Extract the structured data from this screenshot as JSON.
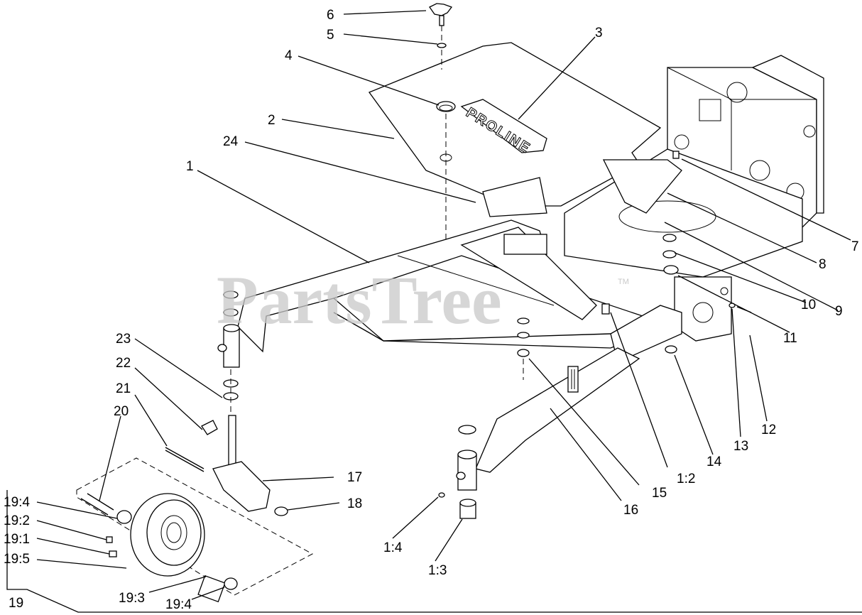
{
  "watermark": {
    "text": "PartsTree",
    "mark": "TM"
  },
  "decal": {
    "text": "PROLINE"
  },
  "callouts": [
    {
      "id": "c6",
      "label": "6"
    },
    {
      "id": "c5",
      "label": "5"
    },
    {
      "id": "c4",
      "label": "4"
    },
    {
      "id": "c3",
      "label": "3"
    },
    {
      "id": "c2",
      "label": "2"
    },
    {
      "id": "c24",
      "label": "24"
    },
    {
      "id": "c1",
      "label": "1"
    },
    {
      "id": "c7",
      "label": "7"
    },
    {
      "id": "c8",
      "label": "8"
    },
    {
      "id": "c9",
      "label": "9"
    },
    {
      "id": "c10",
      "label": "10"
    },
    {
      "id": "c11",
      "label": "11"
    },
    {
      "id": "c12",
      "label": "12"
    },
    {
      "id": "c13",
      "label": "13"
    },
    {
      "id": "c14",
      "label": "14"
    },
    {
      "id": "c1_2",
      "label": "1:2"
    },
    {
      "id": "c15",
      "label": "15"
    },
    {
      "id": "c16",
      "label": "16"
    },
    {
      "id": "c23",
      "label": "23"
    },
    {
      "id": "c22",
      "label": "22"
    },
    {
      "id": "c21",
      "label": "21"
    },
    {
      "id": "c20",
      "label": "20"
    },
    {
      "id": "c17",
      "label": "17"
    },
    {
      "id": "c18",
      "label": "18"
    },
    {
      "id": "c19_4a",
      "label": "19:4"
    },
    {
      "id": "c19_2",
      "label": "19:2"
    },
    {
      "id": "c19_1",
      "label": "19:1"
    },
    {
      "id": "c19_5",
      "label": "19:5"
    },
    {
      "id": "c19_3",
      "label": "19:3"
    },
    {
      "id": "c19_4b",
      "label": "19:4"
    },
    {
      "id": "c19",
      "label": "19"
    },
    {
      "id": "c1_4",
      "label": "1:4"
    },
    {
      "id": "c1_3",
      "label": "1:3"
    }
  ]
}
